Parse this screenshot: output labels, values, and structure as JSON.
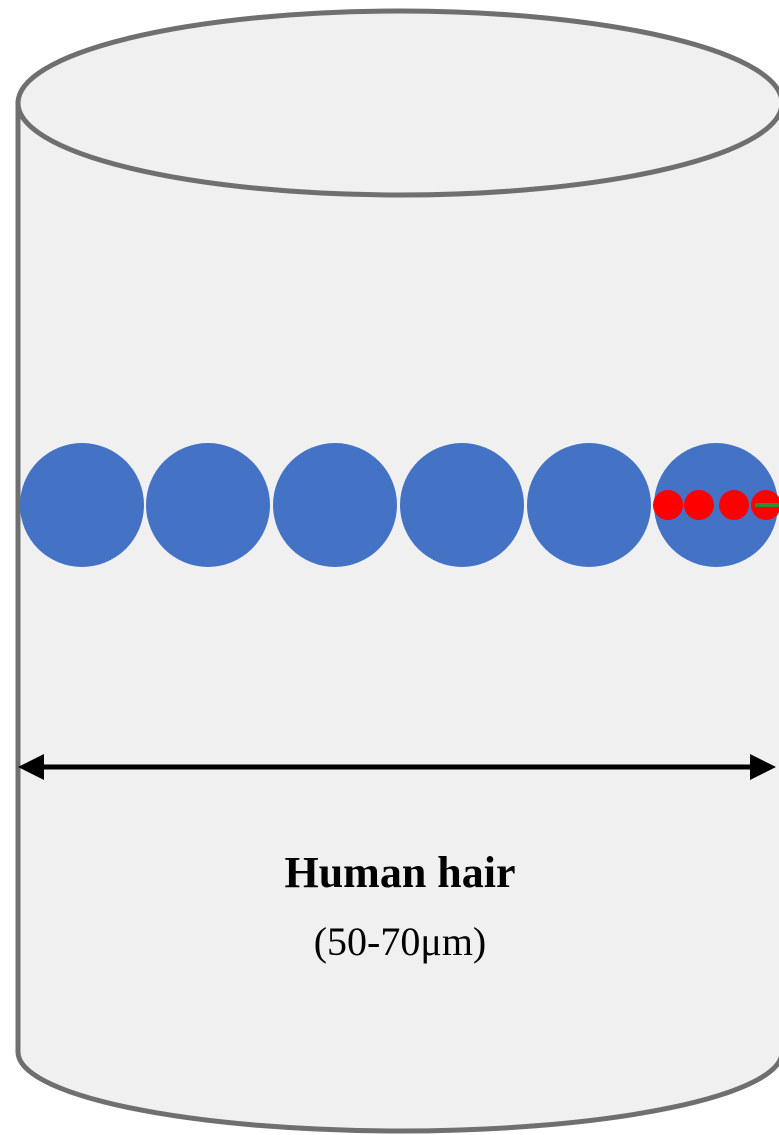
{
  "label": {
    "title": "Human hair",
    "size": "(50-70μm)"
  },
  "colors": {
    "cylinder_fill": "#f0f0f0",
    "cylinder_stroke": "#6f6f6f",
    "large_particle": "#4472c4",
    "small_particle": "#ff0000",
    "tiny_particle": "#2e8b2e",
    "arrow": "#000000"
  },
  "particles": {
    "large_count": 6,
    "small_count": 4,
    "tiny_count": 1
  }
}
